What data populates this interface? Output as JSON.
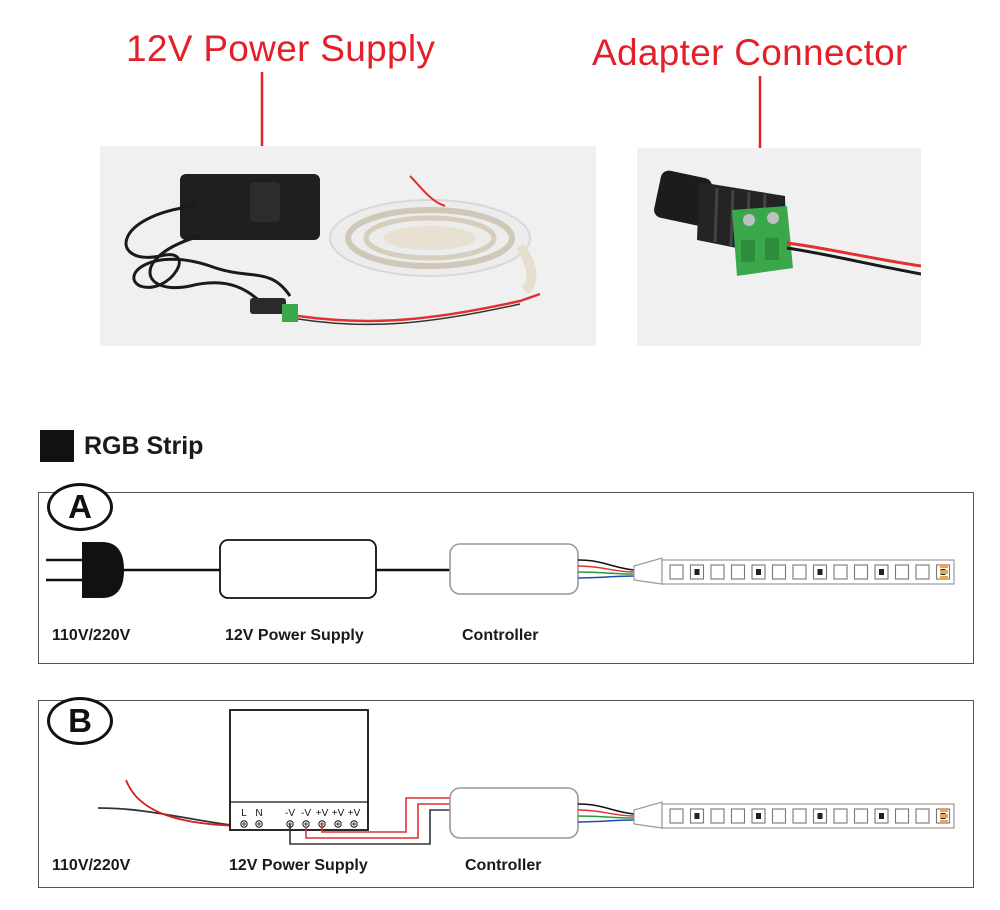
{
  "top": {
    "power_supply_label": "12V Power Supply",
    "adapter_label": "Adapter Connector"
  },
  "section": {
    "title": "RGB Strip"
  },
  "diagram_a": {
    "badge": "A",
    "input_label": "110V/220V",
    "psu_label": "12V Power Supply",
    "controller_label": "Controller"
  },
  "diagram_b": {
    "badge": "B",
    "input_label": "110V/220V",
    "psu_label": "12V Power Supply",
    "controller_label": "Controller",
    "terminals": [
      "L",
      "N",
      "-V",
      "-V",
      "+V",
      "+V",
      "+V"
    ]
  },
  "colors": {
    "accent_red": "#e3202a",
    "wire_red": "#e03030",
    "wire_green": "#2a9a3a",
    "terminal_green": "#3aa84a"
  }
}
